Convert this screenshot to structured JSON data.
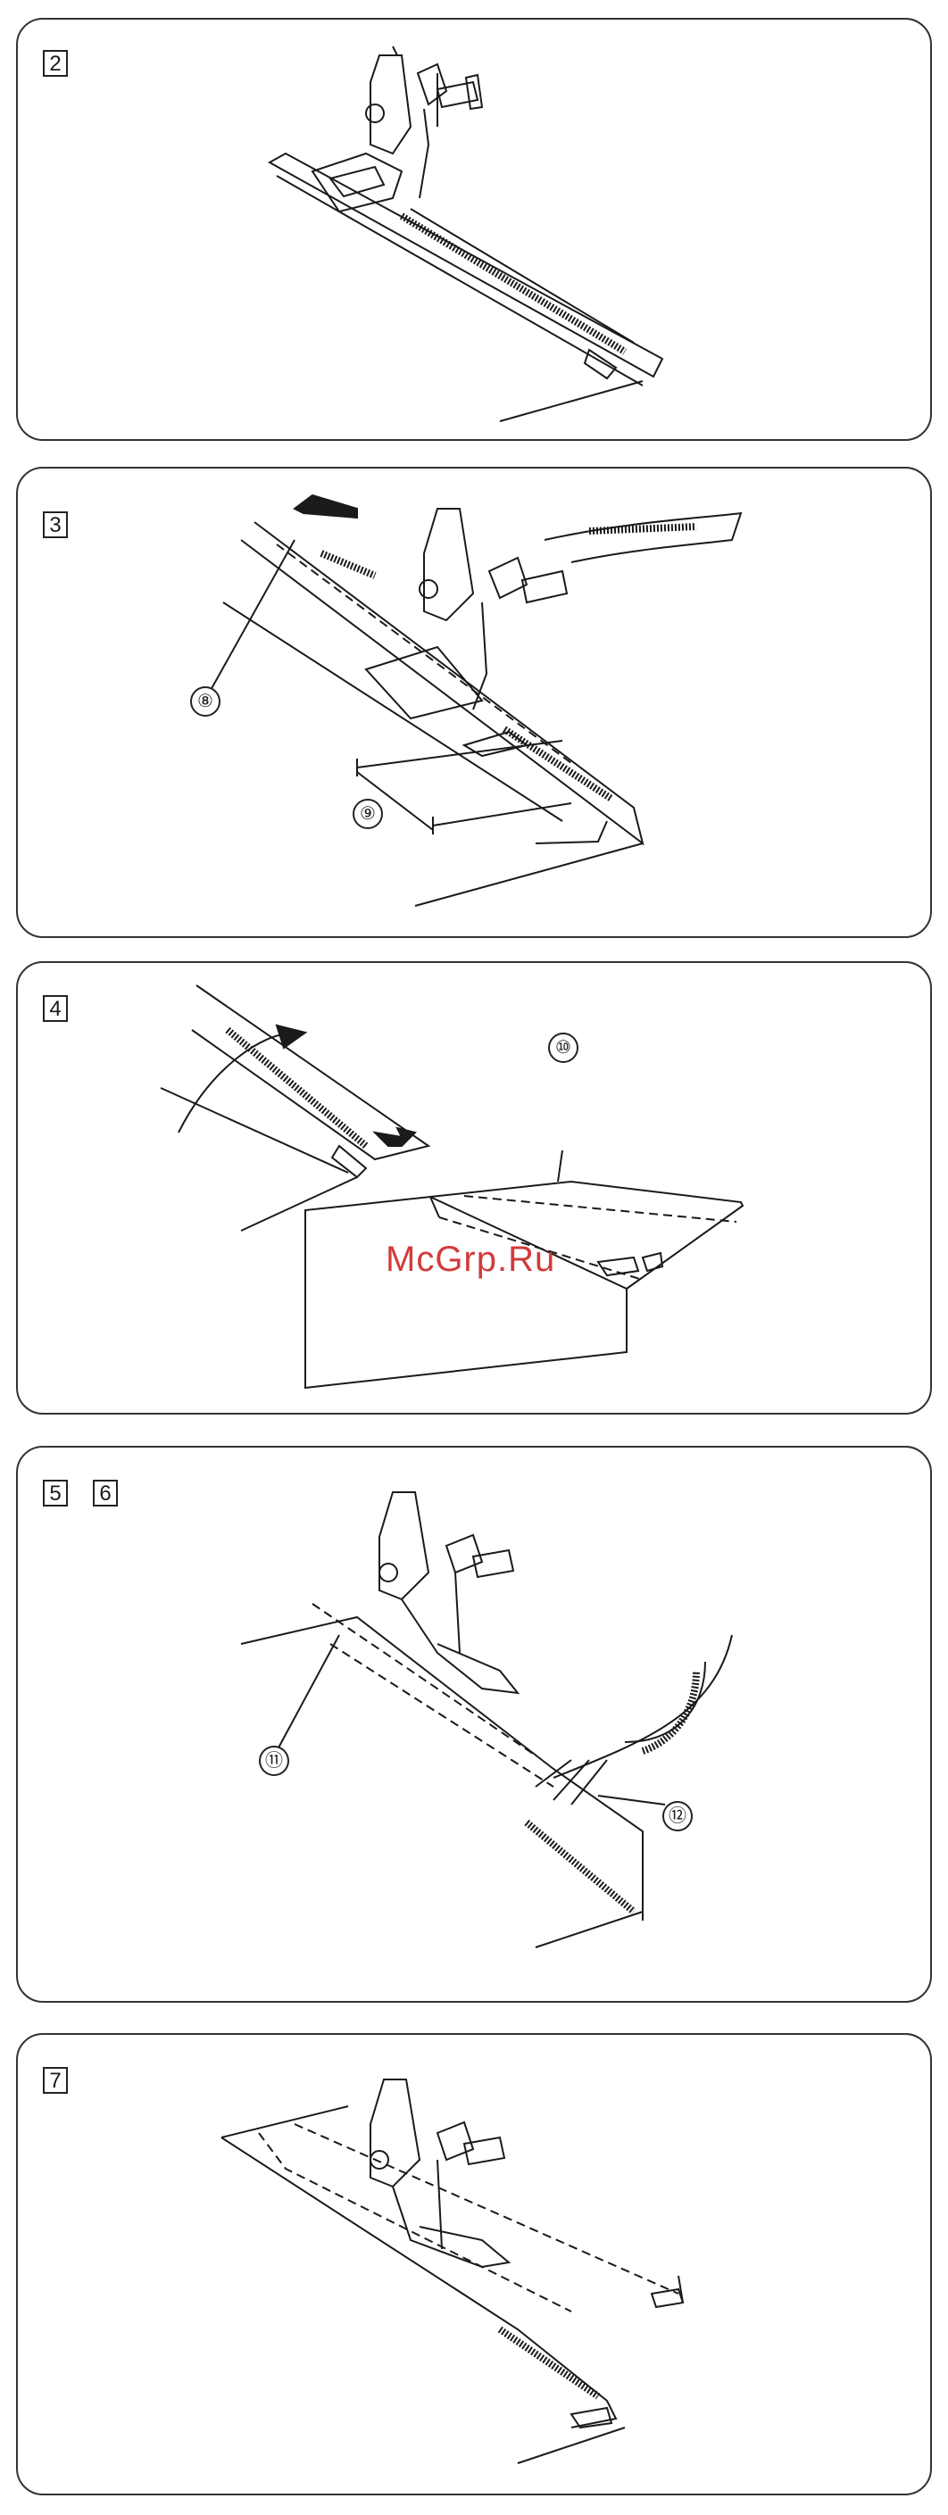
{
  "panels": [
    {
      "steps": [
        "2"
      ],
      "callouts": []
    },
    {
      "steps": [
        "3"
      ],
      "callouts": [
        "⑧",
        "⑨"
      ]
    },
    {
      "steps": [
        "4"
      ],
      "callouts": [
        "⑩"
      ]
    },
    {
      "steps": [
        "5",
        "6"
      ],
      "callouts": [
        "⑪",
        "⑫"
      ]
    },
    {
      "steps": [
        "7"
      ],
      "callouts": []
    }
  ],
  "watermark": "McGrp.Ru",
  "colors": {
    "line": "#1a1a1a",
    "watermark": "#d23b3b"
  }
}
